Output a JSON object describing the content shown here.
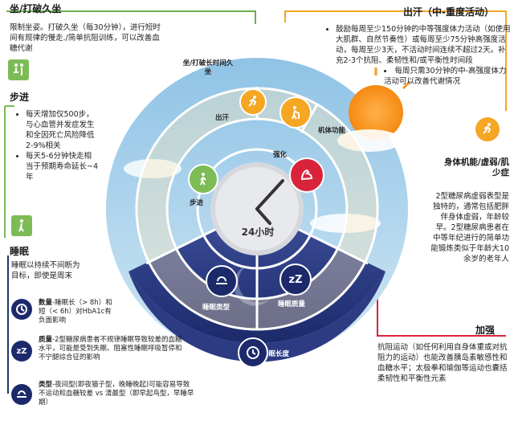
{
  "left": {
    "sedentary": {
      "title": "坐/打破久坐",
      "body": "限制坐姿。打破久坐（每30分钟），进行短时间有规律的慢走./简单抗阻训练，可以改善血糖代谢"
    },
    "walking": {
      "title": "步进",
      "bullets": [
        "每天增加仅500步，与心血管并发症发生和全因死亡风险降低2-9%相关",
        "每天5-6分钟快走相当于预期寿命延长~4年"
      ]
    },
    "sleep": {
      "title": "睡眠",
      "intro": "睡眠以持续不间断为目标，即使是周末",
      "items": [
        {
          "label": "数量",
          "text": "-睡眠长（> 8h）和短（< 6h）对HbA1c有负面影响"
        },
        {
          "label": "质量",
          "text": "-2型糖尿病患者不规律睡眠导致较差的血糖水平，可能是受到失眠、阻塞性睡眠呼吸暂停和不宁腿综合征的影响"
        },
        {
          "label": "类型",
          "text": "-夜间型(即夜猫子型，晚睡晚起)可能容易导致不运动和血糖较差 vs 清晨型（即早起鸟型，早睡早期）"
        }
      ]
    }
  },
  "right": {
    "exercise": {
      "title": "出汗（中-重度活动）",
      "bullets": [
        "鼓励每周至少150分钟的中等强度体力活动（如使用大肌群、自然节奏性）或每周至少75分钟高强度活动，每周至少3天，不活动时间连续不超过2天。补充2-3个抗阻、柔韧性和/或平衡性时间段",
        "每周只需30分钟的中-高强度体力活动可以改善代谢情况"
      ]
    },
    "frailty": {
      "title": "身体机能/虚弱/肌少症",
      "bullets": [
        "2型糖尿病虚弱表型是独特的，通常包括肥胖伴身体虚弱，年龄较早。2型糖尿病患者在中等年纪进行的简单功能锻炼类似于年龄大10余岁的老年人"
      ]
    },
    "strength": {
      "title": "加强",
      "body": "抗阻运动（如任何利用自身体重或对抗阻力的运动）也能改善胰岛素敏感性和血糖水平；太极拳和瑜伽等运动也囊括柔韧性和平衡性元素"
    }
  },
  "wheel": {
    "center": "24小时",
    "seg_sedentary": "坐/打破长时间久坐",
    "seg_sweat": "出汗",
    "seg_function": "机体功能",
    "seg_strength": "强化",
    "seg_walk": "步进",
    "seg_sleep_type": "睡眠类型",
    "seg_sleep_quality": "睡眠质量",
    "seg_sleep_length": "睡眠长度"
  }
}
